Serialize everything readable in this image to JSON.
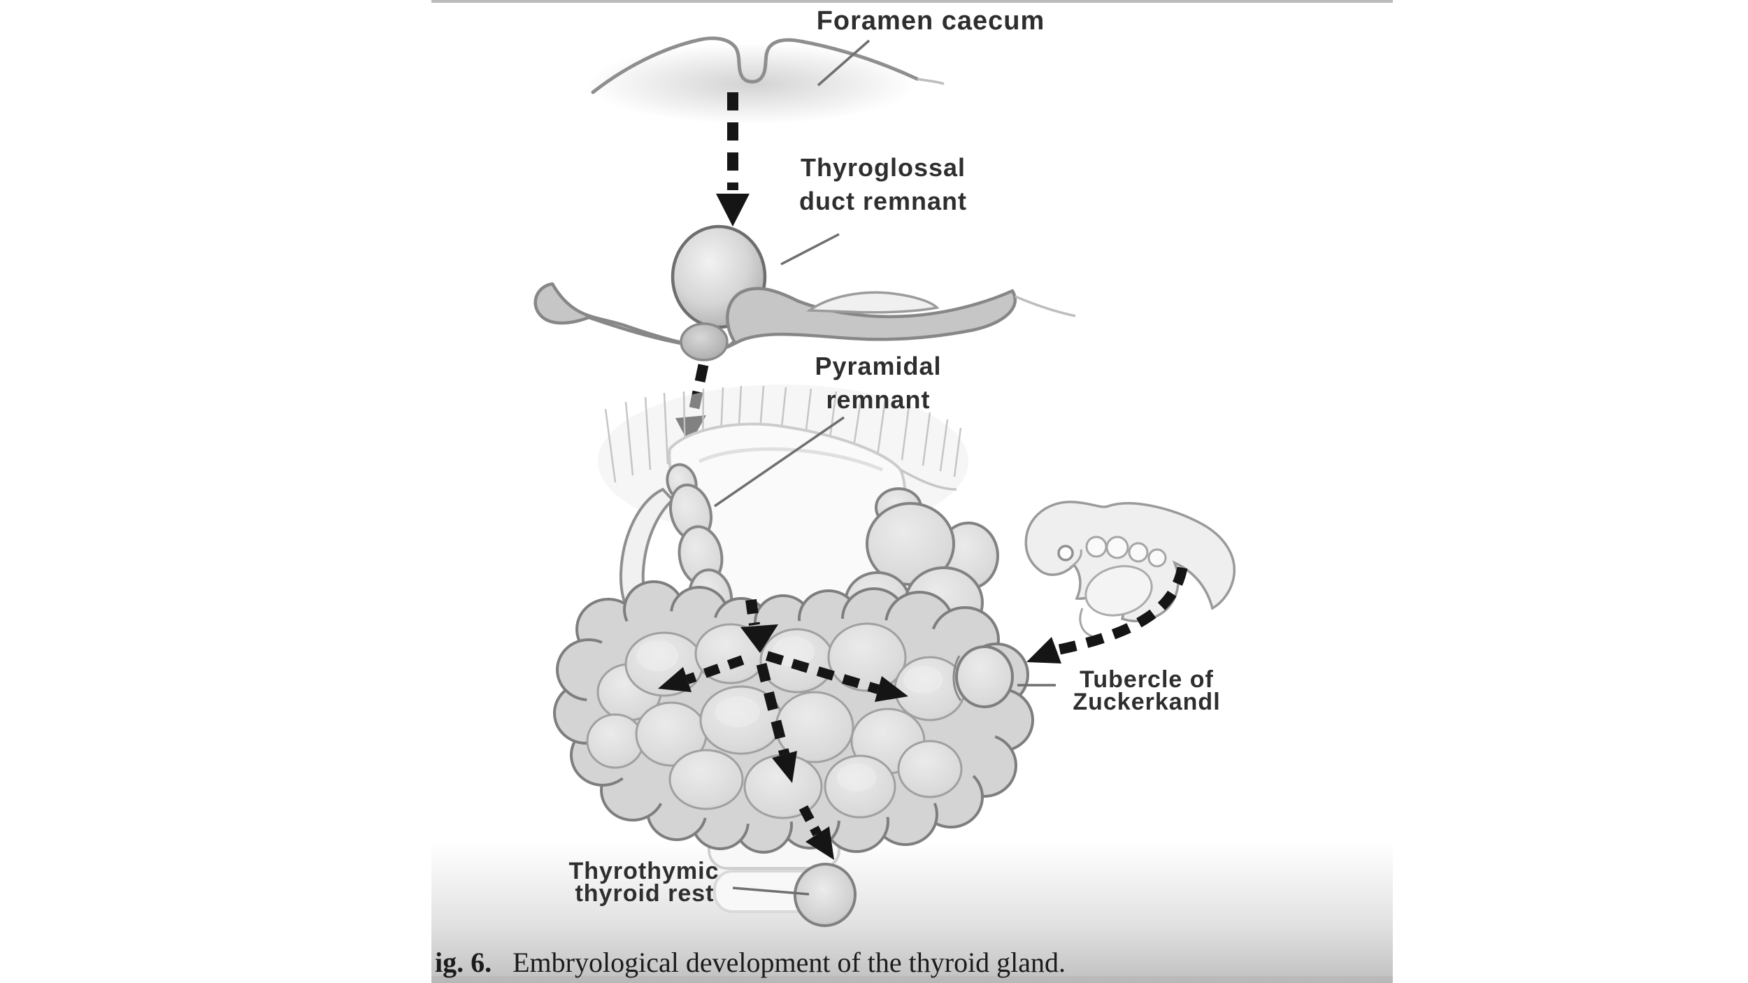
{
  "figure": {
    "type": "medical-diagram",
    "caption": {
      "prefix": "ig. 6.",
      "text": "Embryological development of the thyroid gland."
    },
    "labels": {
      "foramen_caecum": "Foramen caecum",
      "thyroglossal_line1": "Thyroglossal",
      "thyroglossal_line2": "duct remnant",
      "pyramidal_line1": "Pyramidal",
      "pyramidal_line2": "remnant",
      "tubercle_line1": "Tubercle of",
      "tubercle_line2": "Zuckerkandl",
      "thyrothymic_line1": "Thyrothymic",
      "thyrothymic_line2": "thyroid rest"
    },
    "colors": {
      "label_text": "#2e2e2e",
      "caption_text": "#1b1b1b",
      "arrow_black": "#151515",
      "anatomy_outline": "#7e7e7e",
      "anatomy_fill": "#d4d4d4",
      "leader_line": "#6f6f6f",
      "caption_band": "#c3c3c3",
      "panel_background": "#ffffff"
    }
  }
}
